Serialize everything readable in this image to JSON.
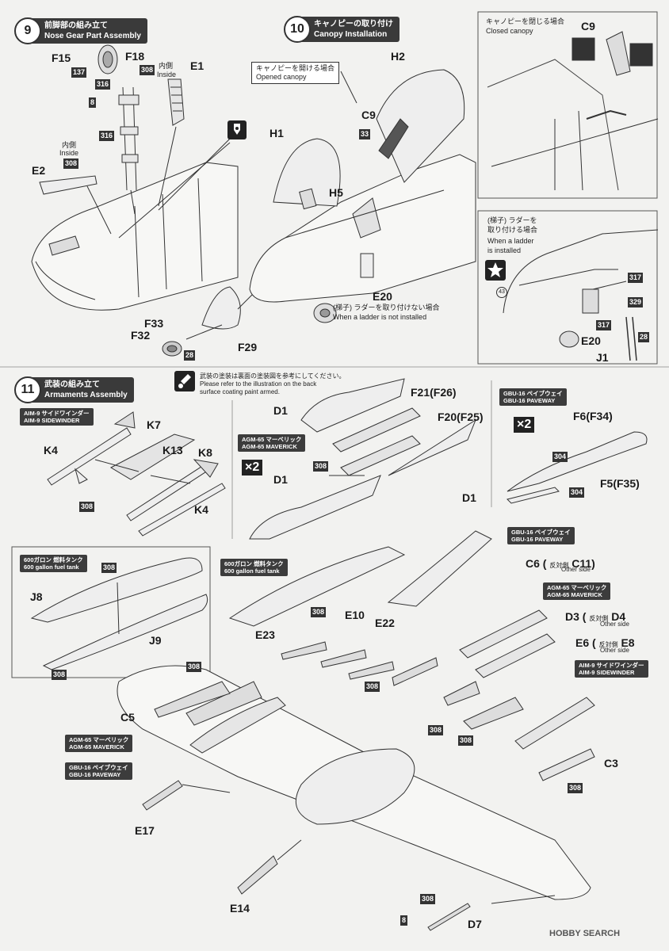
{
  "steps": {
    "s9": {
      "num": "9",
      "jp": "前脚部の組み立て",
      "en": "Nose Gear Part Assembly"
    },
    "s10": {
      "num": "10",
      "jp": "キャノピーの取り付け",
      "en": "Canopy Installation"
    },
    "s11": {
      "num": "11",
      "jp": "武装の組み立て",
      "en": "Armaments Assembly"
    }
  },
  "notes": {
    "inside_jp": "内側",
    "inside_en": "Inside",
    "opened_jp": "キャノピーを開ける場合",
    "opened_en": "Opened canopy",
    "closed_jp": "キャノピーを閉じる場合",
    "closed_en": "Closed canopy",
    "ladder_jp1": "(梯子) ラダーを",
    "ladder_jp2": "取り付ける場合",
    "ladder_en1": "When a ladder",
    "ladder_en2": "is installed",
    "noladder_jp": "(梯子) ラダーを取り付けない場合",
    "noladder_en": "When a ladder is not installed",
    "paint_jp": "武装の塗装は裏面の塗装図を参考にしてください。",
    "paint_en1": "Please refer to the illustration on the back",
    "paint_en2": "surface coating paint armed.",
    "other_side": "Other side",
    "hantaigawa": "反対側"
  },
  "parts": {
    "F15": "F15",
    "F18": "F18",
    "E1": "E1",
    "E2": "E2",
    "F33": "F33",
    "F32": "F32",
    "F29": "F29",
    "H2": "H2",
    "H1": "H1",
    "H5": "H5",
    "C9a": "C9",
    "C9b": "C9",
    "E20a": "E20",
    "E20b": "E20",
    "J1": "J1",
    "K4a": "K4",
    "K7": "K7",
    "K13": "K13",
    "K8": "K8",
    "K4b": "K4",
    "D1a": "D1",
    "D1b": "D1",
    "D1c": "D1",
    "F21": "F21(F26)",
    "F20": "F20(F25)",
    "F6": "F6(F34)",
    "F5": "F5(F35)",
    "J8": "J8",
    "J9": "J9",
    "E23": "E23",
    "E10": "E10",
    "E22": "E22",
    "C6": "C6",
    "C11": "C11",
    "D3": "D3",
    "D4": "D4",
    "E6": "E6",
    "E8": "E8",
    "C5": "C5",
    "C3": "C3",
    "E17": "E17",
    "E14": "E14",
    "D7": "D7"
  },
  "codes": {
    "c137": "137",
    "c316a": "316",
    "c316b": "316",
    "c8a": "8",
    "c308a": "308",
    "c308b": "308",
    "c28a": "28",
    "c33": "33",
    "c317a": "317",
    "c329": "329",
    "c317b": "317",
    "c28b": "28",
    "c43": "43",
    "c308c": "308",
    "c308d": "308",
    "c304a": "304",
    "c304b": "304",
    "c308e": "308",
    "c308f": "308",
    "c308g": "308",
    "c308h": "308",
    "c308i": "308",
    "c308j": "308",
    "c308k": "308",
    "c308l": "308",
    "c308m": "308",
    "c308n": "308",
    "c8b": "8"
  },
  "weapons": {
    "aim9_jp": "AIM-9 サイドワインダー",
    "aim9_en": "AIM-9 SIDEWINDER",
    "agm65_jp": "AGM-65 マーベリック",
    "agm65_en": "AGM-65 MAVERICK",
    "gbu16_jp": "GBU-16 ペイブウェイ",
    "gbu16_en": "GBU-16 PAVEWAY",
    "tank_jp": "600ガロン 燃料タンク",
    "tank_en": "600 gallon fuel tank",
    "x2a": "×2",
    "x2b": "×2"
  },
  "watermark": "HOBBY SEARCH"
}
